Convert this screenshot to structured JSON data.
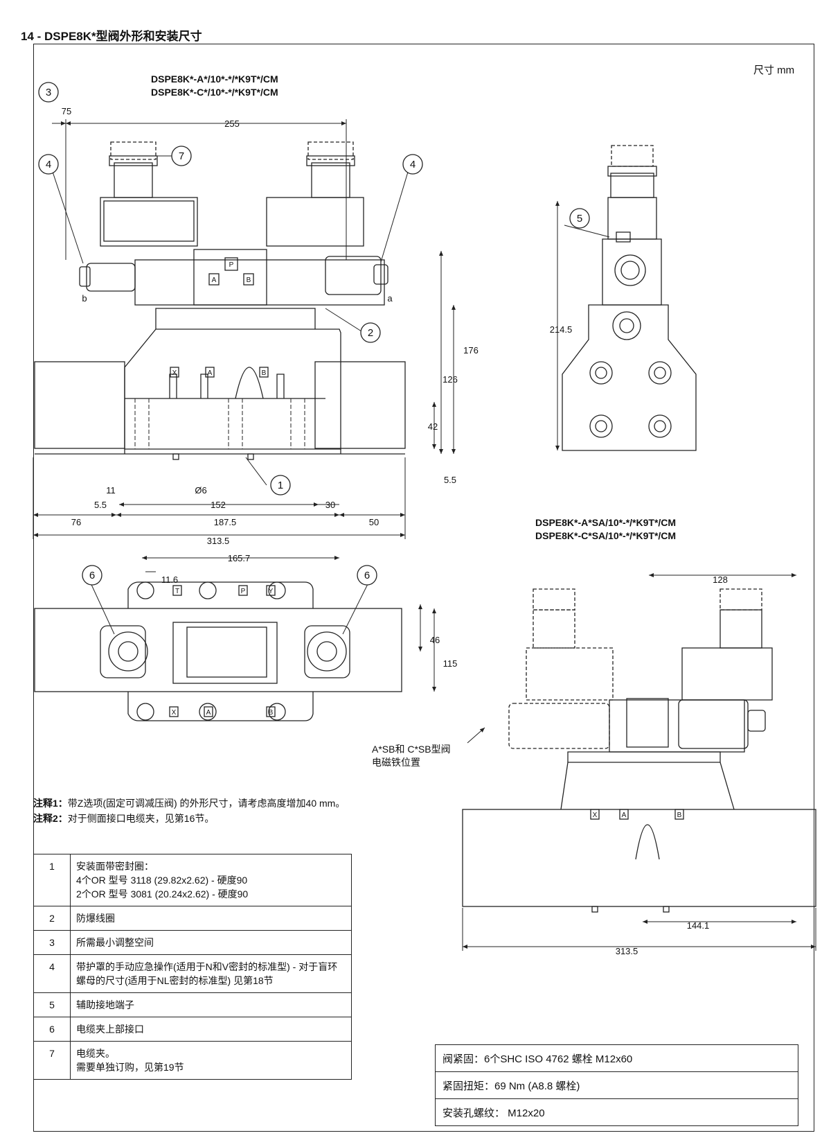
{
  "header": {
    "title": "14 - DSPE8K*型阀外形和安装尺寸",
    "units": "尺寸 mm"
  },
  "models_top": [
    "DSPE8K*-A*/10*-*/*K9T*/CM",
    "DSPE8K*-C*/10*-*/*K9T*/CM"
  ],
  "models_sa": [
    "DSPE8K*-A*SA/10*-*/*K9T*/CM",
    "DSPE8K*-C*SA/10*-*/*K9T*/CM"
  ],
  "dimensions": {
    "d75": "75",
    "d255": "255",
    "d214_5": "214.5",
    "d176": "176",
    "d126": "126",
    "d42": "42",
    "d5_5_right": "5.5",
    "d11": "11",
    "d6": "Ø6",
    "d5_5_left": "5.5",
    "d152": "152",
    "d30": "30",
    "d76": "76",
    "d187_5": "187.5",
    "d50": "50",
    "d313_5": "313.5",
    "d165_7": "165.7",
    "d11_6": "11.6",
    "d46": "46",
    "d115": "115",
    "d128": "128",
    "d144_1": "144.1",
    "d313_5_b": "313.5"
  },
  "callouts": {
    "c1": "1",
    "c2": "2",
    "c3": "3",
    "c4": "4",
    "c5": "5",
    "c6": "6",
    "c7": "7"
  },
  "side_labels": {
    "a": "a",
    "b": "b"
  },
  "ports": {
    "x": "X",
    "a": "A",
    "b": "B",
    "p": "P",
    "t": "T",
    "y": "Y"
  },
  "sb_note": "A*SB和 C*SB型阀电磁铁位置",
  "notes": {
    "note1_label": "注释1：",
    "note1_text": "带Z选项(固定可调减压阀) 的外形尺寸，请考虑高度增加40 mm。",
    "note2_label": "注释2：",
    "note2_text": "对于侧面接口电缆夹，见第16节。"
  },
  "parts_table": [
    {
      "num": "1",
      "lines": [
        "安装面带密封圈：",
        "4个OR 型号 3118 (29.82x2.62) - 硬度90",
        "2个OR 型号 3081 (20.24x2.62) - 硬度90"
      ]
    },
    {
      "num": "2",
      "lines": [
        "防爆线圈"
      ]
    },
    {
      "num": "3",
      "lines": [
        "所需最小调整空间"
      ]
    },
    {
      "num": "4",
      "lines": [
        "带护罩的手动应急操作(适用于N和V密封的标准型) - 对于盲环螺母的尺寸(适用于NL密封的标准型) 见第18节"
      ]
    },
    {
      "num": "5",
      "lines": [
        "辅助接地端子"
      ]
    },
    {
      "num": "6",
      "lines": [
        "电缆夹上部接口"
      ]
    },
    {
      "num": "7",
      "lines": [
        "电缆夹。",
        "需要单独订购，见第19节"
      ]
    }
  ],
  "bolts_table": [
    {
      "text": "阀紧固：6个SHC ISO 4762 螺栓 M12x60"
    },
    {
      "text": "紧固扭矩：69 Nm (A8.8 螺栓)"
    },
    {
      "text": "安装孔螺纹：  M12x20"
    }
  ]
}
